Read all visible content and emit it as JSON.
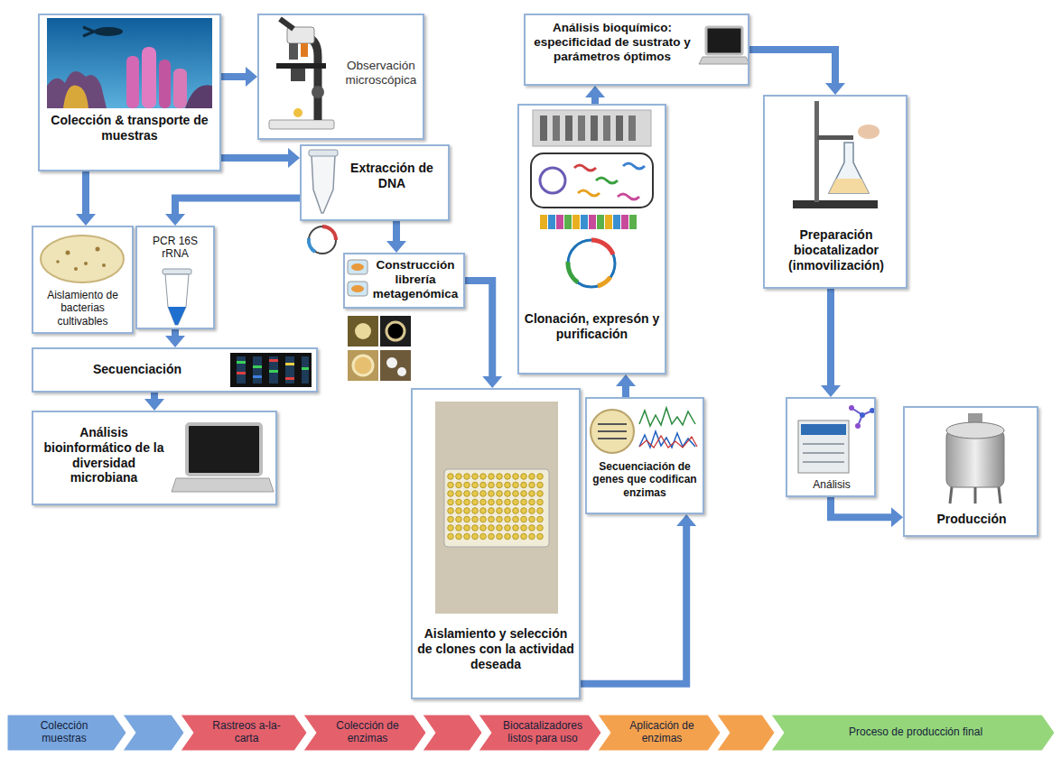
{
  "diagram": {
    "nodes": [
      {
        "text": [
          "Colección & transporte de muestras"
        ]
      },
      {
        "text": [
          "Observación microscópica"
        ]
      },
      {
        "text": [
          "Extracción de DNA"
        ]
      },
      {
        "text": [
          "Aislamiento de bacterias cultivables"
        ]
      },
      {
        "text": [
          "PCR 16S rRNA"
        ]
      },
      {
        "text": [
          "Construcción librería metagenómica"
        ]
      },
      {
        "text": [
          "Secuenciación"
        ]
      },
      {
        "text": [
          "Análisis bioinformático de la diversidad microbiana"
        ]
      },
      {
        "text": [
          "Aislamiento y selección de clones con la actividad deseada"
        ]
      },
      {
        "text": [
          "Secuenciación de genes que codifican enzimas"
        ]
      },
      {
        "text": [
          "Clonación, expresón y purificación"
        ]
      },
      {
        "text": [
          "Análisis bioquímico: especificidad de sustrato y parámetros óptimos"
        ]
      },
      {
        "text": [
          "Preparación biocatalizador (inmovilización)"
        ]
      },
      {
        "text": [
          "Análisis"
        ]
      },
      {
        "text": [
          "Producción"
        ]
      },
      {
        "text": [
          "Colección muestras"
        ]
      },
      {
        "text": [
          "Rastreos a-la-carta"
        ]
      },
      {
        "text": [
          "Colección de enzimas"
        ]
      },
      {
        "text": [
          "Biocatalizadores listos para uso"
        ]
      },
      {
        "text": [
          "Aplicación de enzimas"
        ]
      },
      {
        "text": [
          "Proceso de producción final"
        ]
      }
    ],
    "edges": [
      {
        "from": 0,
        "to": 1,
        "arrow": "to"
      },
      {
        "from": 0,
        "to": 2,
        "arrow": "to"
      },
      {
        "from": 0,
        "to": 3,
        "arrow": "to"
      },
      {
        "from": 2,
        "to": 4,
        "arrow": "to"
      },
      {
        "from": 2,
        "to": 5,
        "arrow": "to"
      },
      {
        "from": 4,
        "to": 6,
        "arrow": "to"
      },
      {
        "from": 6,
        "to": 7,
        "arrow": "to"
      },
      {
        "from": 5,
        "to": 8,
        "arrow": "to"
      },
      {
        "from": 8,
        "to": 9,
        "arrow": "to"
      },
      {
        "from": 9,
        "to": 10,
        "arrow": "to"
      },
      {
        "from": 10,
        "to": 11,
        "arrow": "to"
      },
      {
        "from": 11,
        "to": 12,
        "arrow": "to"
      },
      {
        "from": 12,
        "to": 13,
        "arrow": "to"
      },
      {
        "from": 13,
        "to": 14,
        "arrow": "to"
      }
    ]
  }
}
